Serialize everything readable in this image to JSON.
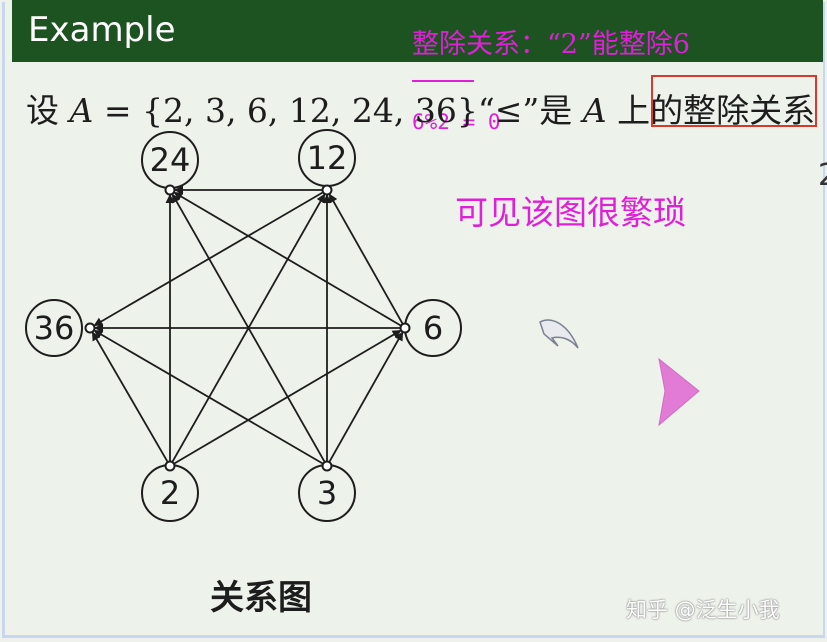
{
  "header": {
    "title": "Example"
  },
  "annotation": {
    "line1": "整除关系：“2”能整除6",
    "line2": "6%2 = 0",
    "comment": "可见该图很繁琐",
    "color": "#e020d8"
  },
  "statement": {
    "prefix": "设 ",
    "var_a": "A",
    "set": " = {2, 3, 6, 12, 24, 36}",
    "relation": "“≤”",
    "mid": "是 ",
    "var_a2": "A",
    "suffix": " 上的",
    "highlight": "整除关系"
  },
  "edge_mark": "2",
  "graph": {
    "nodes": [
      {
        "id": "24",
        "label": "24"
      },
      {
        "id": "12",
        "label": "12"
      },
      {
        "id": "36",
        "label": "36"
      },
      {
        "id": "6",
        "label": "6"
      },
      {
        "id": "2",
        "label": "2"
      },
      {
        "id": "3",
        "label": "3"
      }
    ],
    "edges": [
      [
        "2",
        "6"
      ],
      [
        "2",
        "12"
      ],
      [
        "2",
        "24"
      ],
      [
        "2",
        "36"
      ],
      [
        "3",
        "6"
      ],
      [
        "3",
        "12"
      ],
      [
        "3",
        "24"
      ],
      [
        "3",
        "36"
      ],
      [
        "6",
        "12"
      ],
      [
        "6",
        "24"
      ],
      [
        "6",
        "36"
      ],
      [
        "12",
        "24"
      ],
      [
        "12",
        "36"
      ]
    ],
    "caption": "关系图"
  },
  "watermark": "知乎 @泛生小我",
  "icons": {
    "cursor": "cursor-icon",
    "next": "next-arrow-icon"
  },
  "colors": {
    "header_bg": "#1c5320",
    "highlight_box": "#d63a2c"
  }
}
